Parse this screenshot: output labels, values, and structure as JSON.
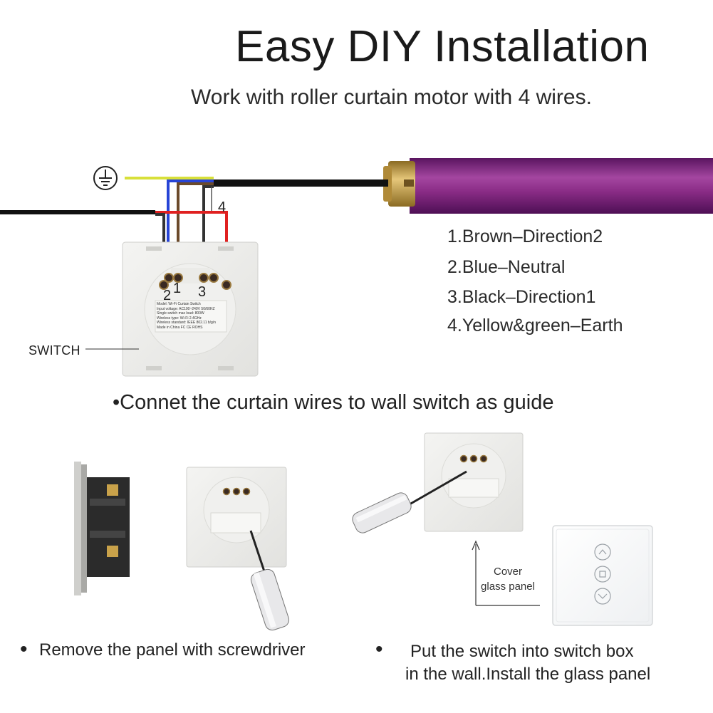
{
  "header": {
    "title": "Easy DIY Installation",
    "subtitle": "Work with roller curtain motor with 4 wires."
  },
  "wiring": {
    "wire_numbers": [
      "1",
      "2",
      "3",
      "4"
    ],
    "legend": [
      "1.Brown–Direction2",
      "2.Blue–Neutral",
      "3.Black–Direction1",
      "4.Yellow&green–Earth"
    ],
    "switch_label": "SWITCH",
    "earth_icon": "earth-ground-icon",
    "colors": {
      "brown": "#6b4a2b",
      "blue": "#2744d6",
      "black": "#222222",
      "yellow_green": "#d8e03a",
      "red": "#e02020",
      "motor_tube": "#8a2c86",
      "motor_cap": "#c9a24a"
    }
  },
  "switch_label_text": {
    "line1": "Model:  Wi-Fi Curtain Switch",
    "line2": "Input voltage:  AC100~240V  50/60HZ",
    "line3": "Single switch max load:  800W",
    "line4": "Wireless type:  Wi-Fi 2.4GHz",
    "line5": "Wireless standard:  IEEE 802.11 b/g/n",
    "line6": "Made in China",
    "marks": "FC CE ROHS"
  },
  "guide": {
    "text": "•Connet the curtain wires to wall switch as guide"
  },
  "steps": {
    "step1": "Remove the panel with screwdriver",
    "step2_line1": "Put the switch into switch box",
    "step2_line2": "in the wall.Install the glass panel",
    "bullet": "•",
    "cover_line1": "Cover",
    "cover_line2": "glass panel"
  }
}
